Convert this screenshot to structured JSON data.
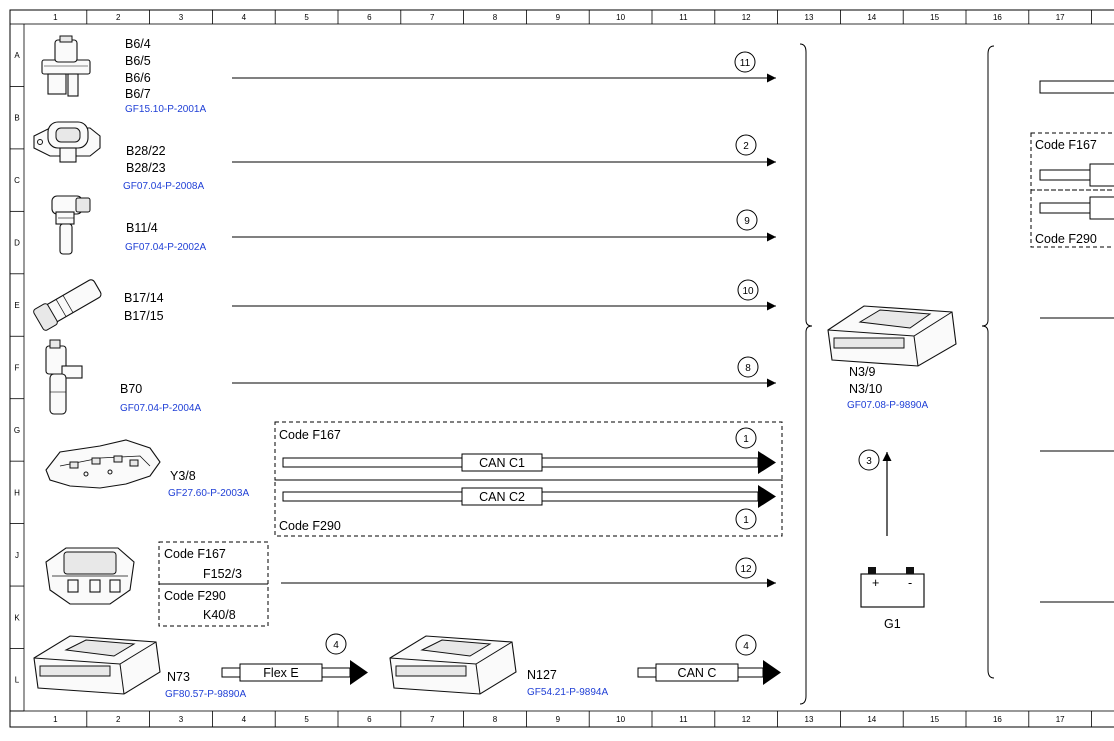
{
  "columns": [
    "1",
    "2",
    "3",
    "4",
    "5",
    "6",
    "7",
    "8",
    "9",
    "10",
    "11",
    "12",
    "13",
    "14",
    "15",
    "16",
    "17"
  ],
  "rows": [
    "A",
    "B",
    "C",
    "D",
    "E",
    "F",
    "G",
    "H",
    "J",
    "K",
    "L"
  ],
  "components": {
    "b6": {
      "labels": [
        "B6/4",
        "B6/5",
        "B6/6",
        "B6/7"
      ],
      "ref": "GF15.10-P-2001A"
    },
    "b28": {
      "labels": [
        "B28/22",
        "B28/23"
      ],
      "ref": "GF07.04-P-2008A"
    },
    "b11": {
      "labels": [
        "B11/4"
      ],
      "ref": "GF07.04-P-2002A"
    },
    "b17": {
      "labels": [
        "B17/14",
        "B17/15"
      ]
    },
    "b70": {
      "labels": [
        "B70"
      ],
      "ref": "GF07.04-P-2004A"
    },
    "y3": {
      "labels": [
        "Y3/8"
      ],
      "ref": "GF27.60-P-2003A"
    },
    "n73": {
      "labels": [
        "N73"
      ],
      "ref": "GF80.57-P-9890A"
    },
    "n127": {
      "labels": [
        "N127"
      ],
      "ref": "GF54.21-P-9894A"
    },
    "n3": {
      "labels": [
        "N3/9",
        "N3/10"
      ],
      "ref": "GF07.08-P-9890A"
    },
    "g1": {
      "labels": [
        "G1"
      ],
      "plus": "+",
      "minus": "-"
    }
  },
  "codebox": {
    "f167": "Code F167",
    "f152": "F152/3",
    "f290": "Code F290",
    "k40": "K40/8"
  },
  "can": {
    "c1": "CAN C1",
    "c2": "CAN C2",
    "flex": "Flex E",
    "c": "CAN C"
  },
  "arrows": {
    "a_b6": "11",
    "a_b28": "2",
    "a_b11": "9",
    "a_b17": "10",
    "a_b70": "8",
    "a_can1": "1",
    "a_can2": "1",
    "a_k40": "12",
    "a_flex": "4",
    "a_canc": "4",
    "a_g1": "3"
  },
  "right_partial": {
    "f167": "Code F167",
    "f290": "Code F290"
  }
}
